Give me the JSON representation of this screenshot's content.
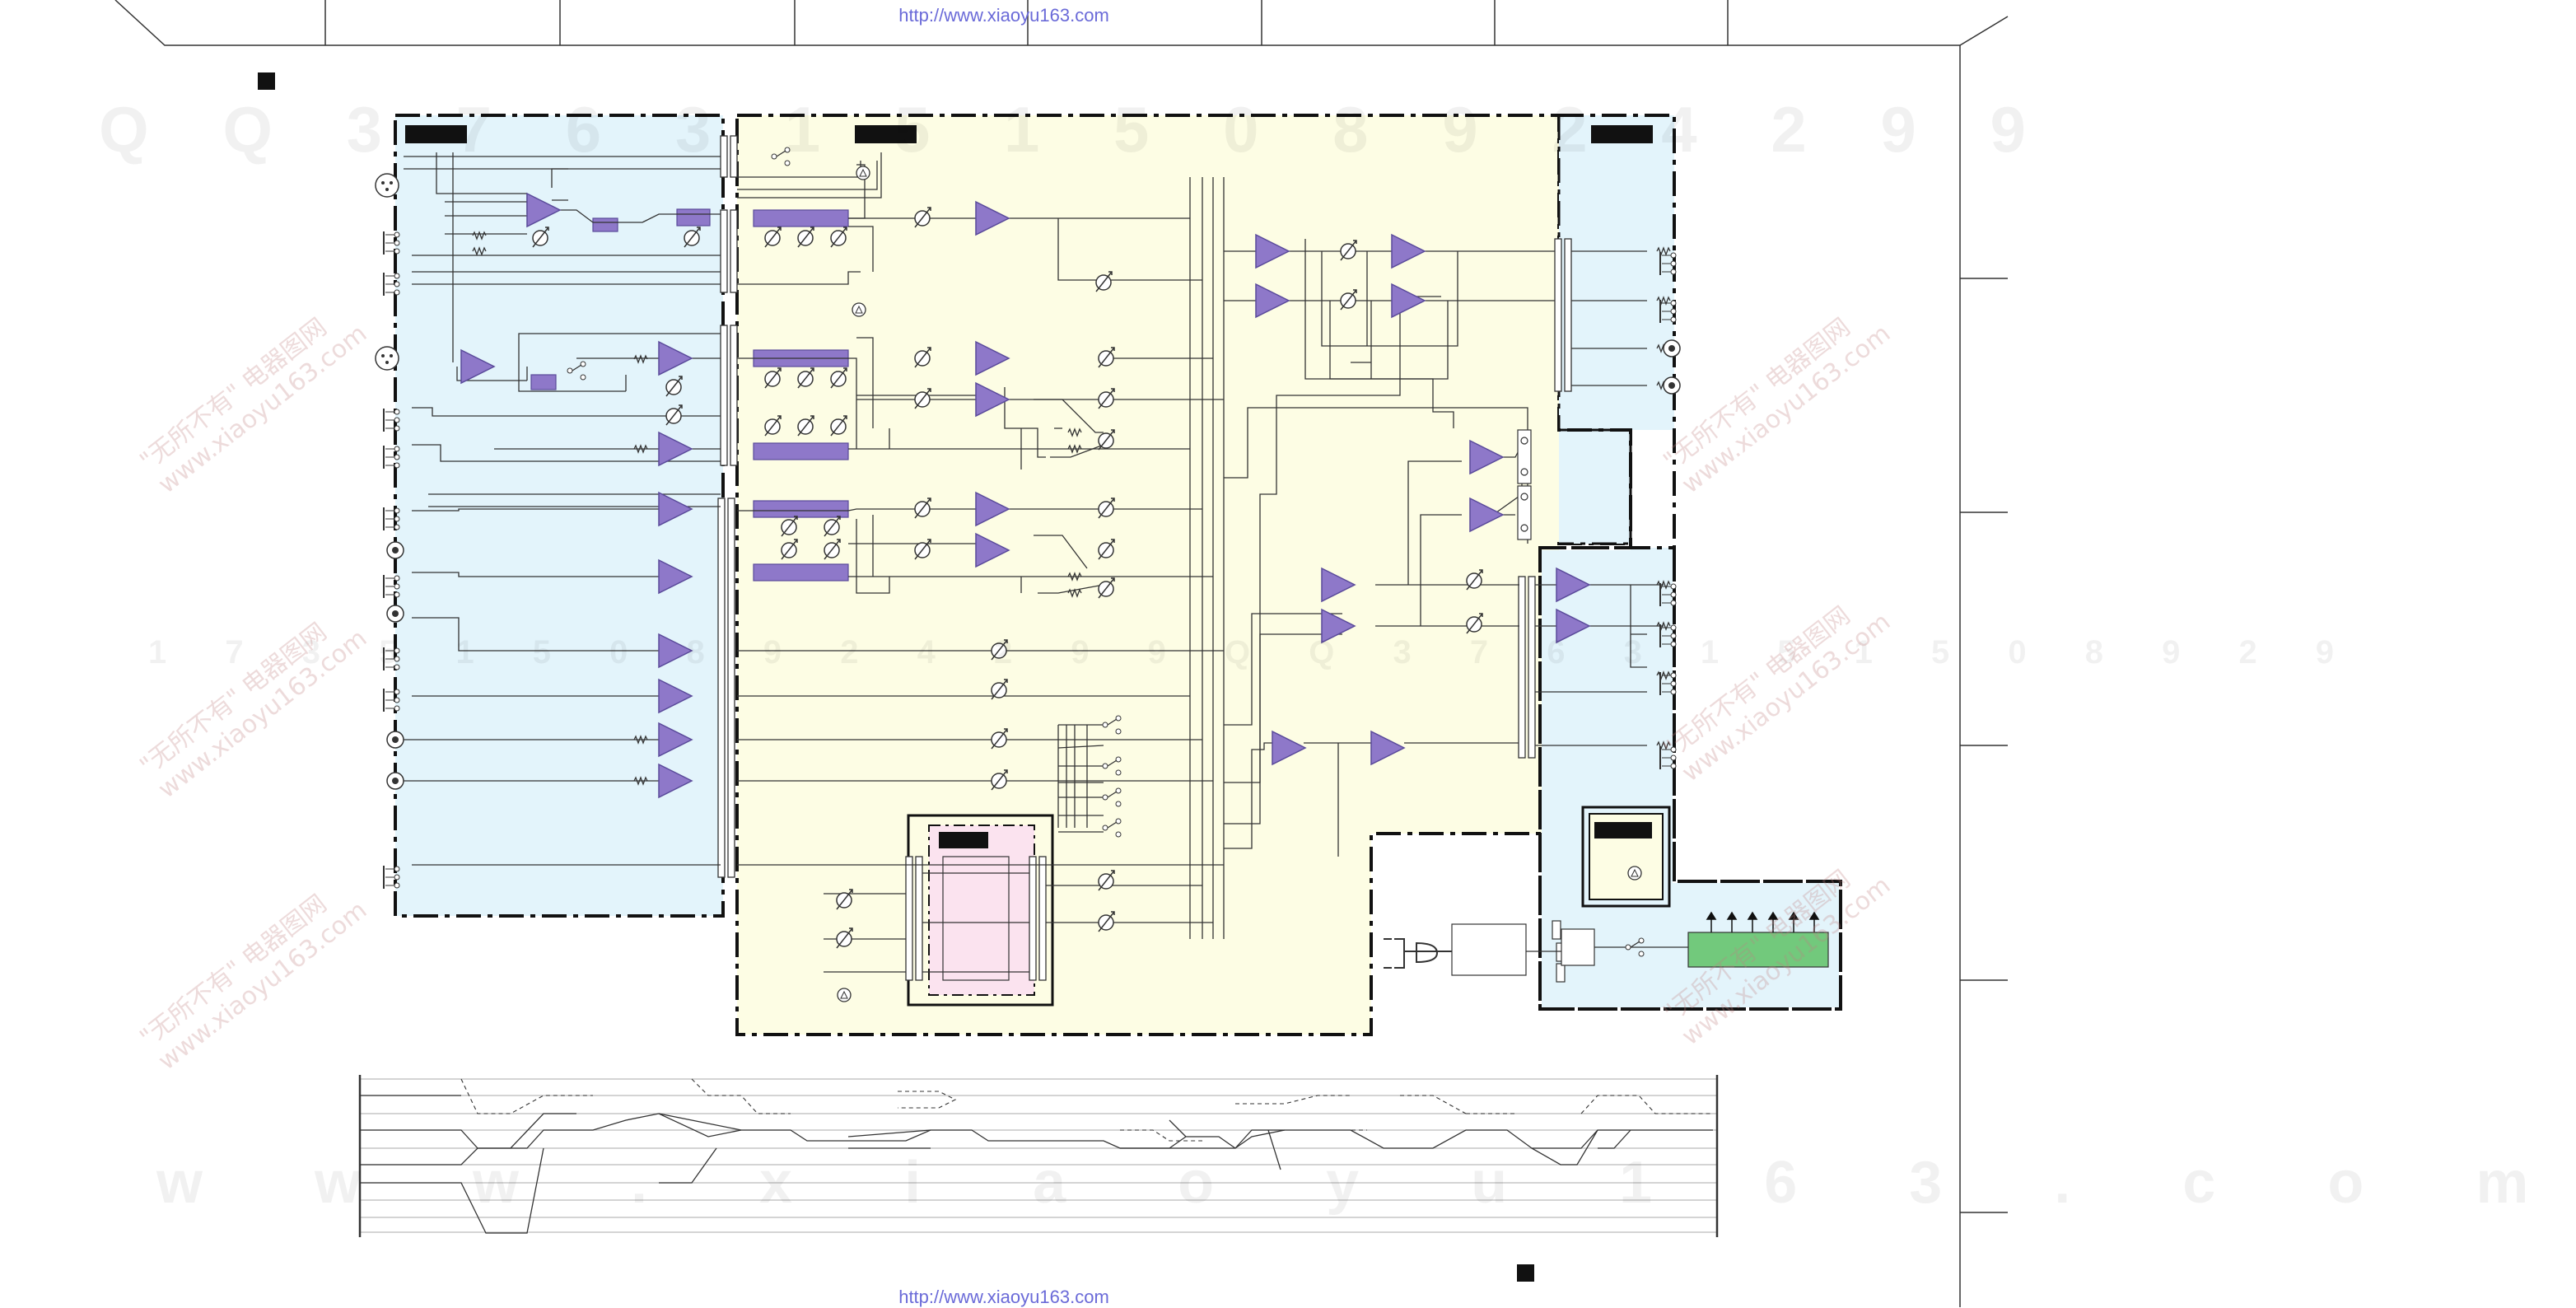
{
  "header": {
    "url": "http://www.xiaoyu163.com"
  },
  "footer": {
    "url": "http://www.xiaoyu163.com"
  },
  "watermark": {
    "qq_band": "Q Q 3 7 6 3 1 5 1 5 0   8 9 2 4 2 9 9",
    "mid_band": "1 7 3 5 1 5 0   8 9 2 4 2 9 9   Q Q 3 7 6 3 1 5 1 5 0   8 9 2 9",
    "domain_band": "w w w . x i a o y u 1 6 3 . c o m",
    "stamp_line1": "\"无所不有\" 电器图网",
    "stamp_line2": "www.xiaoyu163.com"
  },
  "colors": {
    "input_panel": "#e3f4fb",
    "main_panel": "#fdfde4",
    "dsp_block": "#fbe3ef",
    "amplifier": "#8e78c9",
    "ic_block": "#8e78c9",
    "power_block": "#72c97c",
    "url_text": "#6a6ad8"
  },
  "icons": [
    "amplifier-triangle-icon",
    "potentiometer-icon",
    "resistor-icon",
    "xlr-jack-icon",
    "phone-jack-icon",
    "rca-jack-icon",
    "switch-icon",
    "lamp-icon",
    "ac-plug-icon"
  ]
}
